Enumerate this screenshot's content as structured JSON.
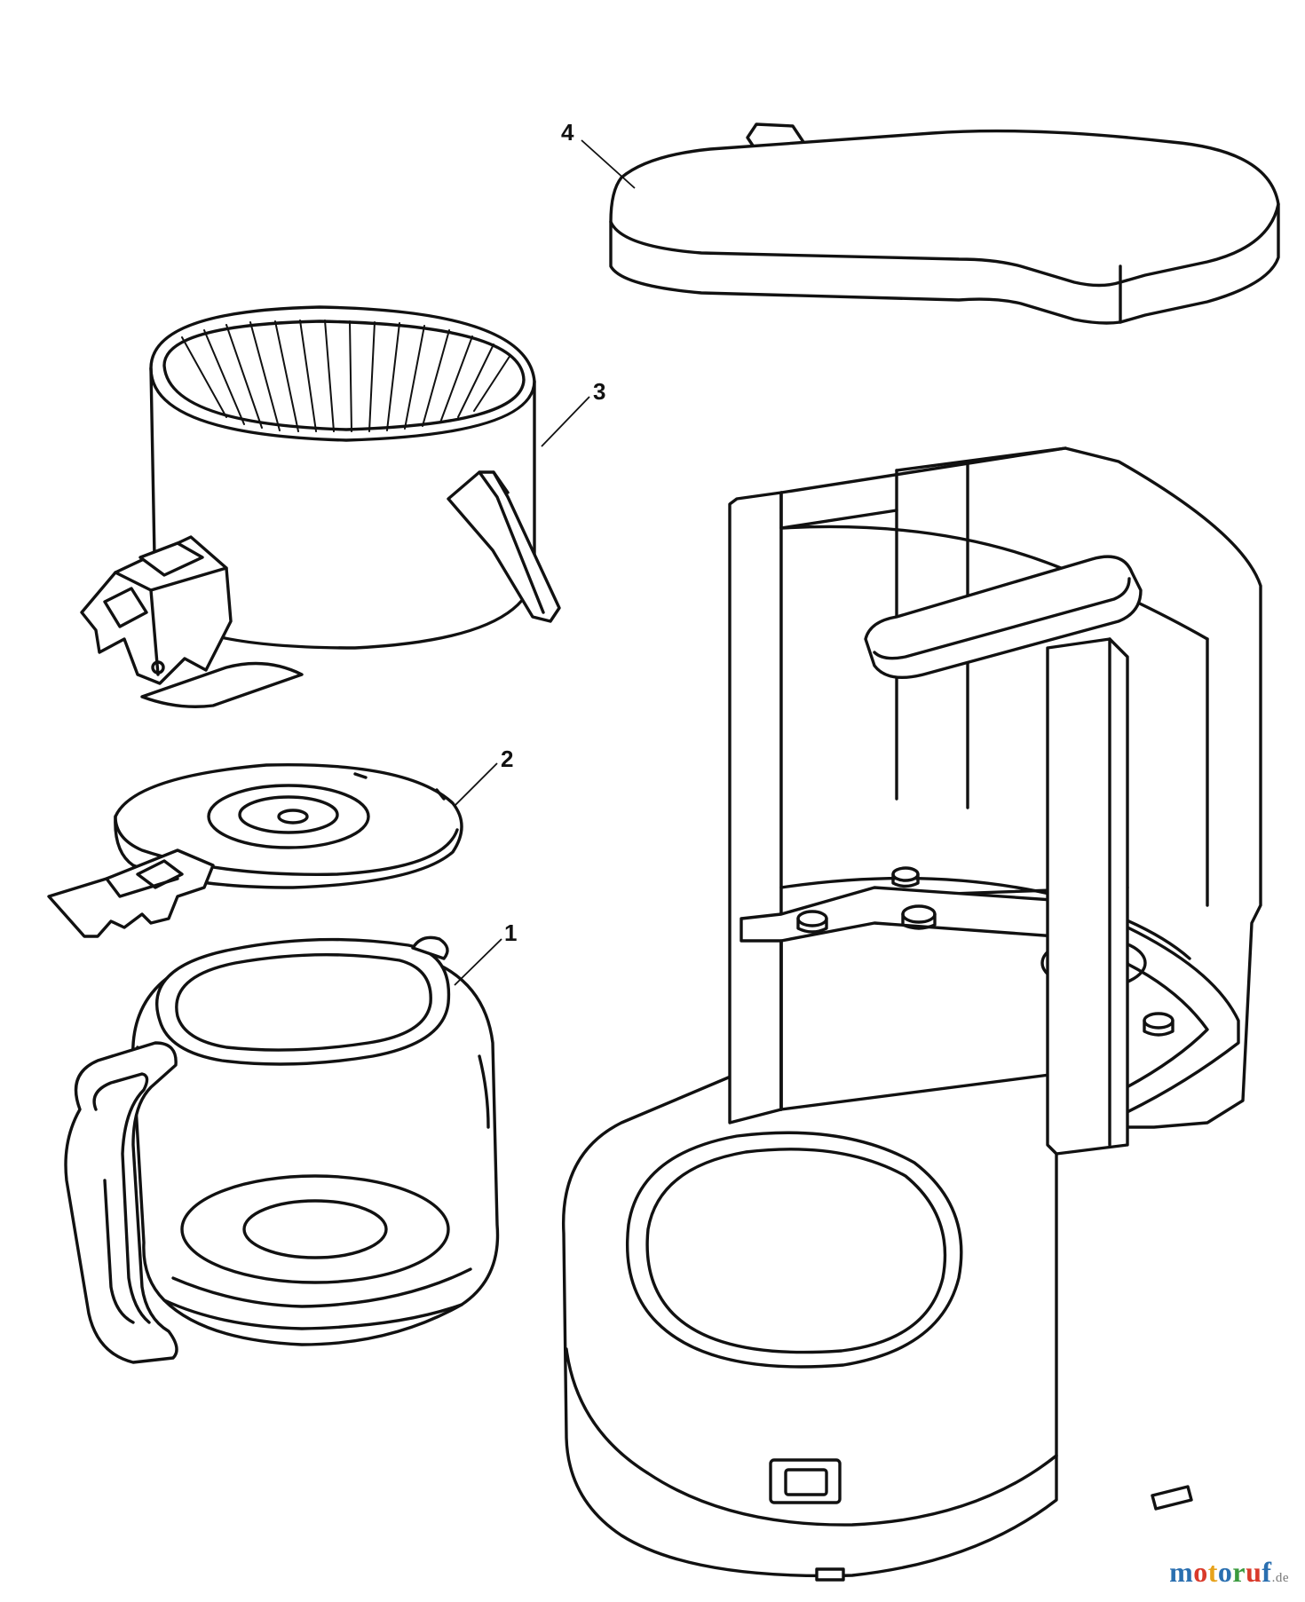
{
  "callouts": [
    {
      "id": "1",
      "label": "1"
    },
    {
      "id": "2",
      "label": "2"
    },
    {
      "id": "3",
      "label": "3"
    },
    {
      "id": "4",
      "label": "4"
    }
  ],
  "watermark": {
    "letters": [
      "m",
      "o",
      "t",
      "o",
      "r",
      "u",
      "f"
    ],
    "suffix": ".de",
    "colors": [
      "#2a6fb0",
      "#d93a2b",
      "#e7a21b",
      "#2a6fb0",
      "#3a9a3e",
      "#d93a2b",
      "#2a6fb0"
    ],
    "suffix_color": "#777777"
  }
}
